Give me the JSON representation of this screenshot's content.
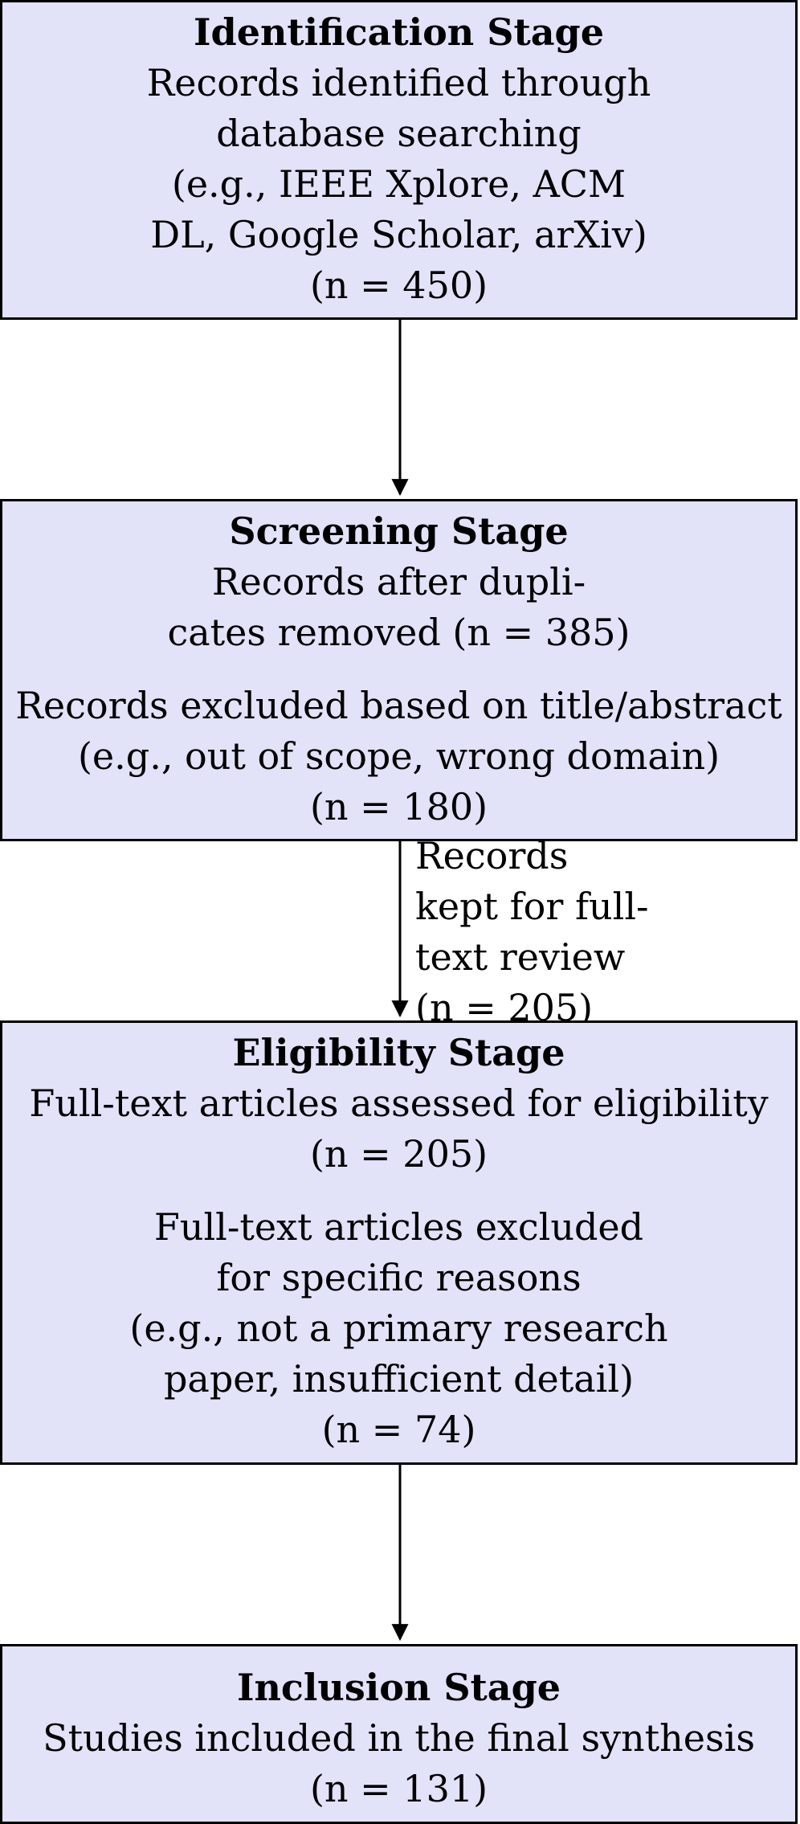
{
  "stages": {
    "identification": {
      "title": "Identification Stage",
      "lines": [
        "Records identified through",
        "database searching",
        "(e.g., IEEE Xplore, ACM",
        "DL, Google Scholar, arXiv)",
        "(n = 450)"
      ]
    },
    "screening": {
      "title": "Screening Stage",
      "kept_lines": [
        "Records after dupli-",
        "cates removed (n = 385)"
      ],
      "excluded_lines": [
        "Records excluded based on title/abstract",
        "(e.g., out of scope, wrong domain)",
        "(n = 180)"
      ]
    },
    "eligibility": {
      "title": "Eligibility Stage",
      "assessed_lines": [
        "Full-text articles assessed for eligibility",
        "(n = 205)"
      ],
      "excluded_lines": [
        "Full-text articles excluded",
        "for specific reasons",
        "(e.g., not a primary research",
        "paper, insufficient detail)",
        "(n = 74)"
      ]
    },
    "inclusion": {
      "title": "Inclusion Stage",
      "lines": [
        "Studies included in the final synthesis",
        "(n = 131)"
      ]
    }
  },
  "edges": {
    "screening_to_eligibility": {
      "lines": [
        "Records",
        "kept for full-",
        "text review",
        "(n = 205)"
      ]
    }
  }
}
